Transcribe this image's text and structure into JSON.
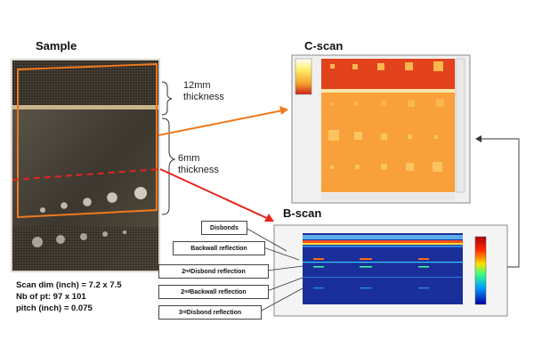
{
  "sample": {
    "title": "Sample",
    "thick_12_line1": "12mm",
    "thick_12_line2": "thickness",
    "thick_6_line1": "6mm",
    "thick_6_line2": "thickness",
    "dims": [
      "Scan dim (inch) = 7.2 x 7.5",
      "Nb of pt: 97 x 101",
      "pitch (inch) = 0.075"
    ]
  },
  "cscan": {
    "title": "C-scan"
  },
  "bscan": {
    "title": "B-scan",
    "labels": [
      {
        "ord": "",
        "text": "Disbonds"
      },
      {
        "ord": "",
        "text": "Backwall reflection"
      },
      {
        "ord": "2",
        "sup": "nd",
        "text": " Disbond reflection"
      },
      {
        "ord": "2",
        "sup": "nd",
        "text": " Backwall reflection"
      },
      {
        "ord": "3",
        "sup": "rd",
        "text": " Disbond reflection"
      }
    ]
  },
  "colors": {
    "orange": "#f07a1e",
    "red": "#e8231d",
    "cscan_bg": "#f8a03a",
    "cscan_top": "#e2421c",
    "bscan_bg": "#1a2f9a"
  }
}
